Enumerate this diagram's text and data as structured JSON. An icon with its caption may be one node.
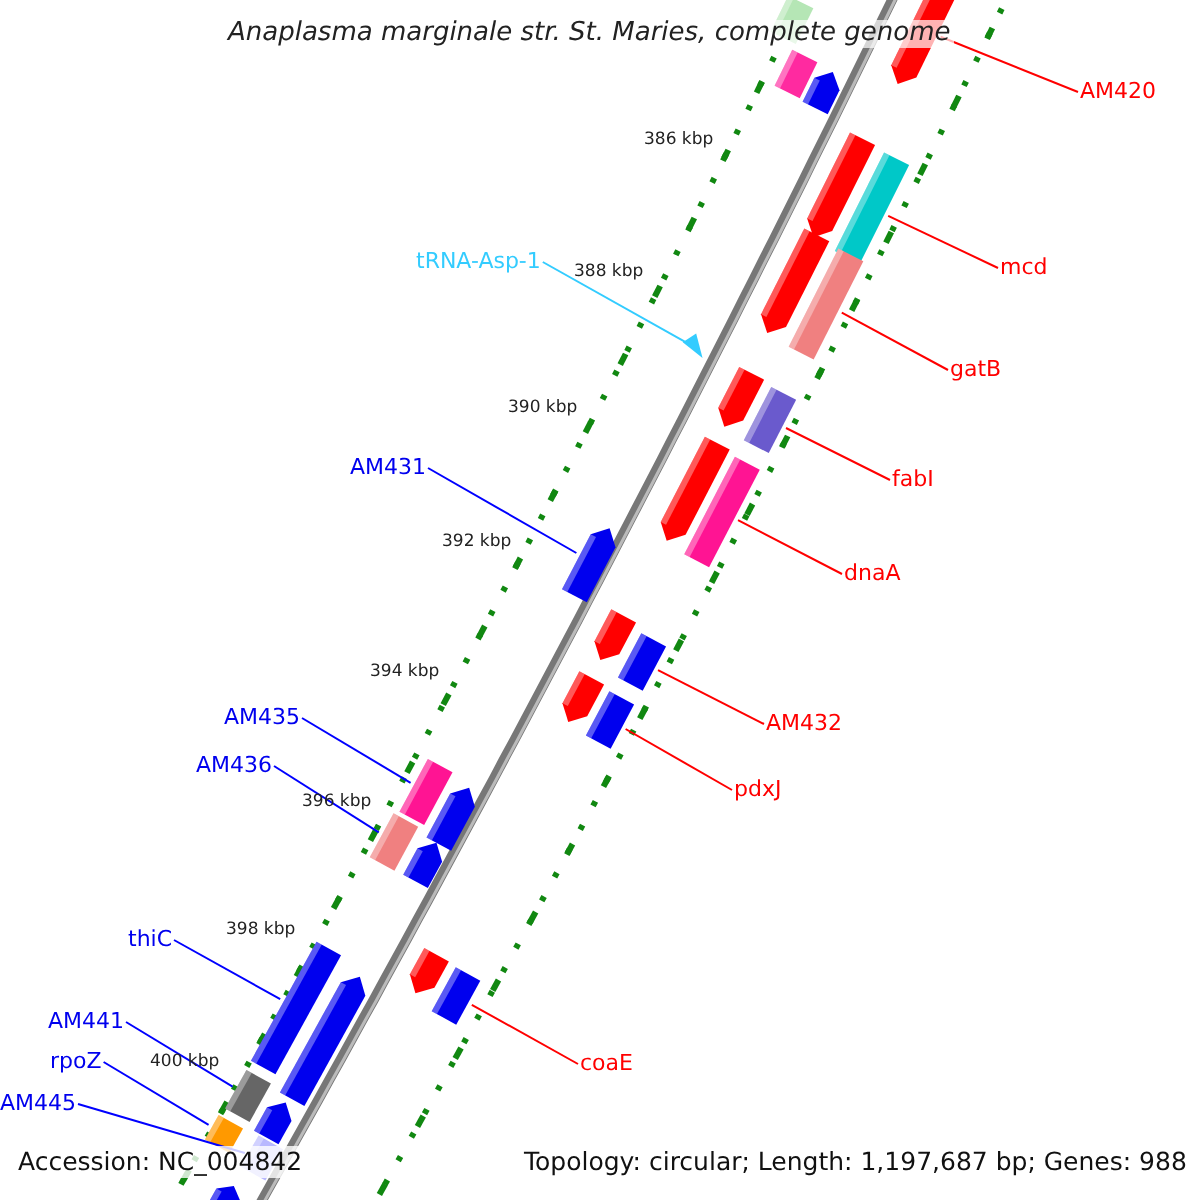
{
  "diagram": {
    "title": "Anaplasma marginale str. St. Maries, complete genome",
    "nodes": [
      {
        "text": [
          "AM420"
        ]
      },
      {
        "text": [],
        "shape": "bar"
      },
      {
        "text": [
          "tRNA-Asp-1"
        ]
      },
      {
        "text": [],
        "shape": "triangle"
      },
      {
        "text": [
          "mcd"
        ]
      },
      {
        "text": [],
        "shape": "bar"
      },
      {
        "text": [
          "gatB"
        ]
      },
      {
        "text": [],
        "shape": "bar"
      },
      {
        "text": [
          "AM431"
        ]
      },
      {
        "text": [],
        "shape": "bar"
      },
      {
        "text": [
          "fabI"
        ]
      },
      {
        "text": [],
        "shape": "bar"
      },
      {
        "text": [
          "dnaA"
        ]
      },
      {
        "text": [],
        "shape": "bar"
      },
      {
        "text": [
          "AM435"
        ]
      },
      {
        "text": [],
        "shape": "bar"
      },
      {
        "text": [
          "AM432"
        ]
      },
      {
        "text": [],
        "shape": "bar"
      },
      {
        "text": [
          "AM436"
        ]
      },
      {
        "text": [],
        "shape": "bar"
      },
      {
        "text": [
          "pdxJ"
        ]
      },
      {
        "text": [],
        "shape": "bar"
      },
      {
        "text": [
          "thiC"
        ]
      },
      {
        "text": [],
        "shape": "bar"
      },
      {
        "text": [
          "AM441"
        ]
      },
      {
        "text": [],
        "shape": "bar"
      },
      {
        "text": [
          "rpoZ"
        ]
      },
      {
        "text": [],
        "shape": "bar"
      },
      {
        "text": [
          "coaE"
        ]
      },
      {
        "text": [],
        "shape": "bar"
      },
      {
        "text": [
          "AM445"
        ]
      },
      {
        "text": [],
        "shape": "bar"
      }
    ],
    "edges": [
      {
        "from": 0,
        "to": 1,
        "arrow": "none"
      },
      {
        "from": 2,
        "to": 3,
        "arrow": "none",
        "color": "#33ccff"
      },
      {
        "from": 4,
        "to": 5,
        "arrow": "none"
      },
      {
        "from": 6,
        "to": 7,
        "arrow": "none"
      },
      {
        "from": 8,
        "to": 9,
        "arrow": "none",
        "color": "#0000ff"
      },
      {
        "from": 10,
        "to": 11,
        "arrow": "none"
      },
      {
        "from": 12,
        "to": 13,
        "arrow": "none"
      },
      {
        "from": 14,
        "to": 15,
        "arrow": "none",
        "color": "#0000ff"
      },
      {
        "from": 16,
        "to": 17,
        "arrow": "none"
      },
      {
        "from": 18,
        "to": 19,
        "arrow": "none",
        "color": "#0000ff"
      },
      {
        "from": 20,
        "to": 21,
        "arrow": "none"
      },
      {
        "from": 22,
        "to": 23,
        "arrow": "none",
        "color": "#0000ff"
      },
      {
        "from": 24,
        "to": 25,
        "arrow": "none",
        "color": "#0000ff"
      },
      {
        "from": 26,
        "to": 27,
        "arrow": "none",
        "color": "#0000ff"
      },
      {
        "from": 28,
        "to": 29,
        "arrow": "none"
      },
      {
        "from": 30,
        "to": 31,
        "arrow": "none",
        "color": "#0000ff"
      }
    ],
    "labels": [
      "386 kbp",
      "388 kbp",
      "390 kbp",
      "392 kbp",
      "394 kbp",
      "396 kbp",
      "398 kbp",
      "400 kbp",
      "Accession: NC_004842",
      "Topology: circular; Length: 1,197,687 bp; Genes: 988"
    ]
  }
}
